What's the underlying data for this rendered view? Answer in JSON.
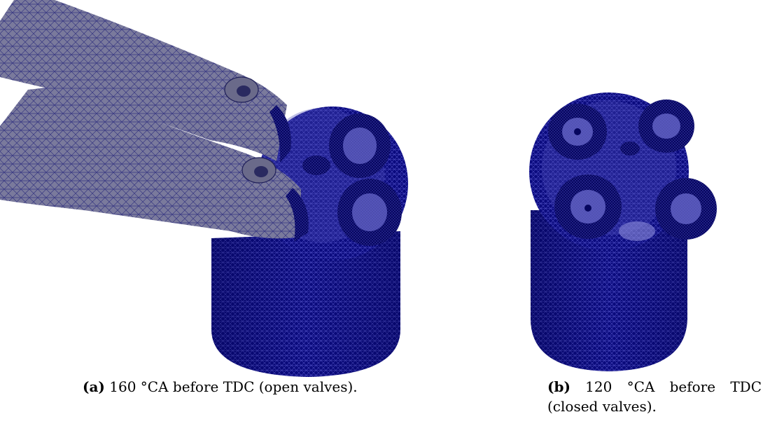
{
  "figure": {
    "mesh_color": "#00008b",
    "port_color": "#8c8ca8",
    "panels": [
      {
        "label": "(a)",
        "caption": "160 °CA before TDC (open valves)."
      },
      {
        "label": "(b)",
        "caption": "120 °CA before TDC (closed valves)."
      }
    ]
  }
}
